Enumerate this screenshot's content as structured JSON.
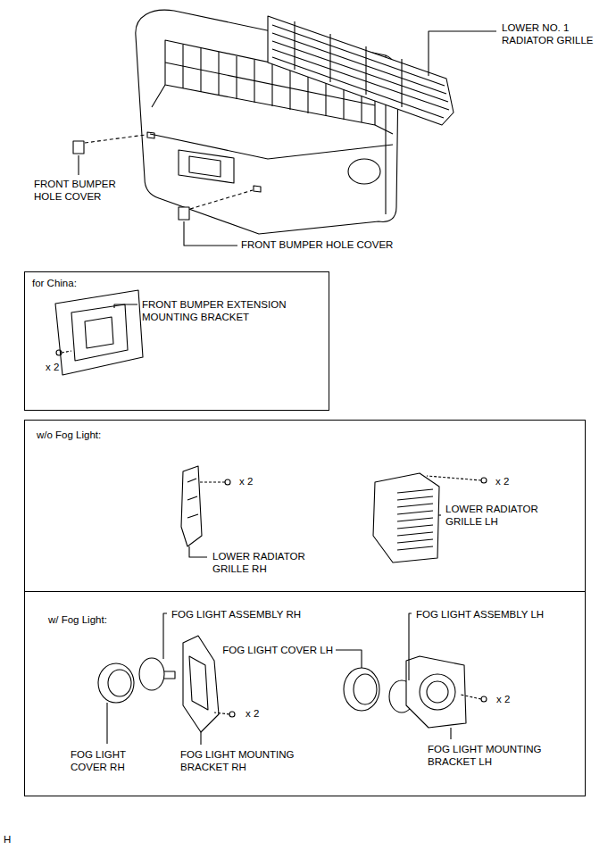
{
  "diagram": {
    "nodes": [
      {
        "text": [
          "for China:",
          "FRONT BUMPER EXTENSION MOUNTING BRACKET",
          "x 2"
        ]
      },
      {
        "text": [
          "w/o Fog Light:",
          "x 2",
          "LOWER RADIATOR GRILLE RH",
          "x 2",
          "LOWER RADIATOR GRILLE LH"
        ]
      },
      {
        "text": [
          "w/ Fog Light:",
          "FOG LIGHT ASSEMBLY RH",
          "FOG LIGHT COVER LH",
          "FOG LIGHT ASSEMBLY LH",
          "x 2",
          "x 2",
          "FOG LIGHT COVER RH",
          "FOG LIGHT MOUNTING BRACKET RH",
          "FOG LIGHT MOUNTING BRACKET LH"
        ]
      }
    ],
    "labels": [
      "LOWER NO. 1 RADIATOR GRILLE",
      "FRONT BUMPER HOLE COVER",
      "FRONT BUMPER HOLE COVER",
      "H"
    ]
  }
}
